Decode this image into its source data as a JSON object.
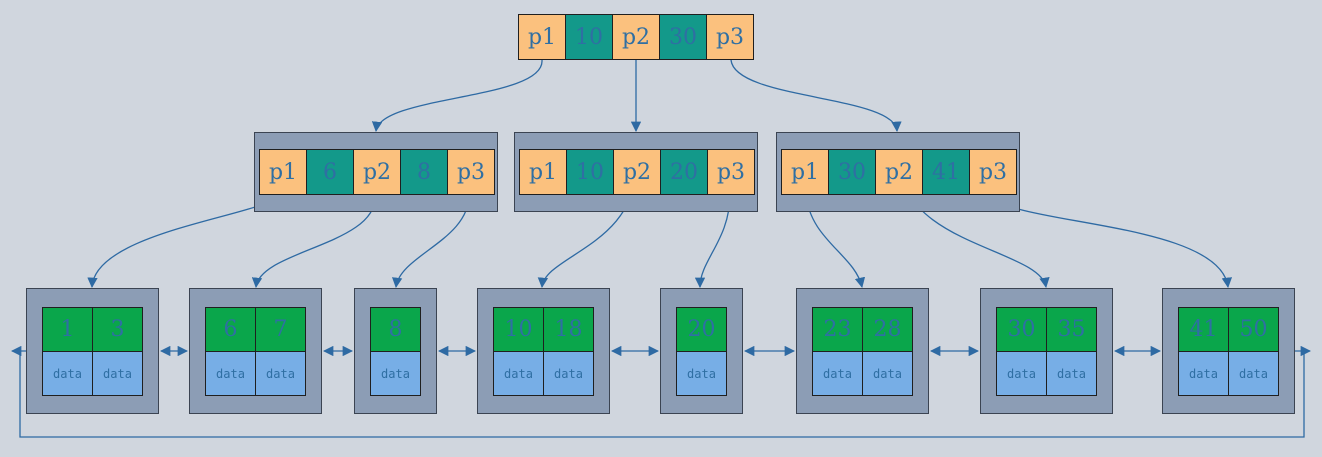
{
  "colors": {
    "background": "#d0d6de",
    "node_fill": "#8c9db5",
    "pointer_fill": "#fbc17e",
    "internal_key_fill": "#13998a",
    "leaf_key_fill": "#0aa64b",
    "data_fill": "#77aee6",
    "arrow": "#2e6aa3",
    "text": "#2f6fa3"
  },
  "root": {
    "cells": [
      "p1",
      "10",
      "p2",
      "30",
      "p3"
    ]
  },
  "internal": [
    {
      "cells": [
        "p1",
        "6",
        "p2",
        "8",
        "p3"
      ]
    },
    {
      "cells": [
        "p1",
        "10",
        "p2",
        "20",
        "p3"
      ]
    },
    {
      "cells": [
        "p1",
        "30",
        "p2",
        "41",
        "p3"
      ]
    }
  ],
  "leaves": [
    {
      "keys": [
        "1",
        "3"
      ],
      "data": [
        "data",
        "data"
      ]
    },
    {
      "keys": [
        "6",
        "7"
      ],
      "data": [
        "data",
        "data"
      ]
    },
    {
      "keys": [
        "8"
      ],
      "data": [
        "data"
      ]
    },
    {
      "keys": [
        "10",
        "18"
      ],
      "data": [
        "data",
        "data"
      ]
    },
    {
      "keys": [
        "20"
      ],
      "data": [
        "data"
      ]
    },
    {
      "keys": [
        "23",
        "28"
      ],
      "data": [
        "data",
        "data"
      ]
    },
    {
      "keys": [
        "30",
        "35"
      ],
      "data": [
        "data",
        "data"
      ]
    },
    {
      "keys": [
        "41",
        "50"
      ],
      "data": [
        "data",
        "data"
      ]
    }
  ]
}
